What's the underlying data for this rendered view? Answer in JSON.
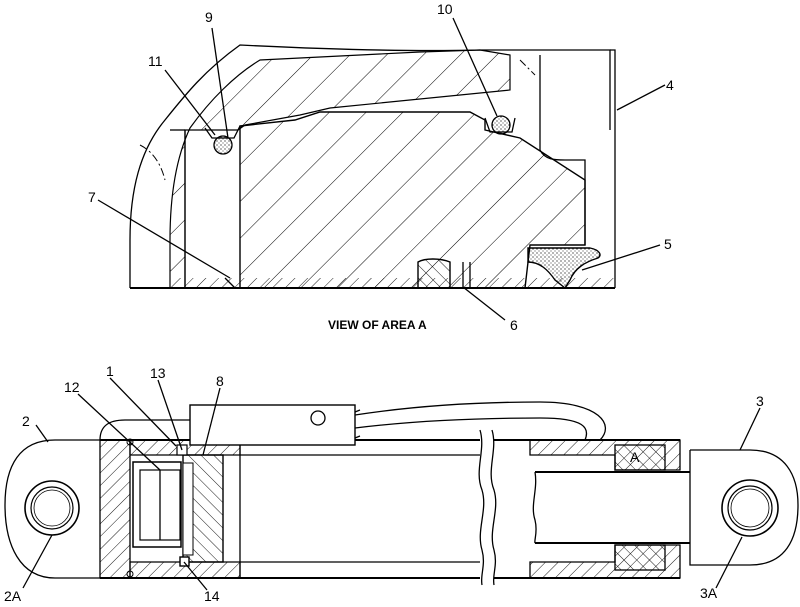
{
  "view_label": "VIEW OF AREA  A",
  "area_marker": "A",
  "callouts": {
    "c1": "1",
    "c2": "2",
    "c2a": "2A",
    "c3": "3",
    "c3a": "3A",
    "c4": "4",
    "c5": "5",
    "c6": "6",
    "c7": "7",
    "c8": "8",
    "c9": "9",
    "c10": "10",
    "c11": "11",
    "c12": "12",
    "c13": "13",
    "c14": "14"
  }
}
